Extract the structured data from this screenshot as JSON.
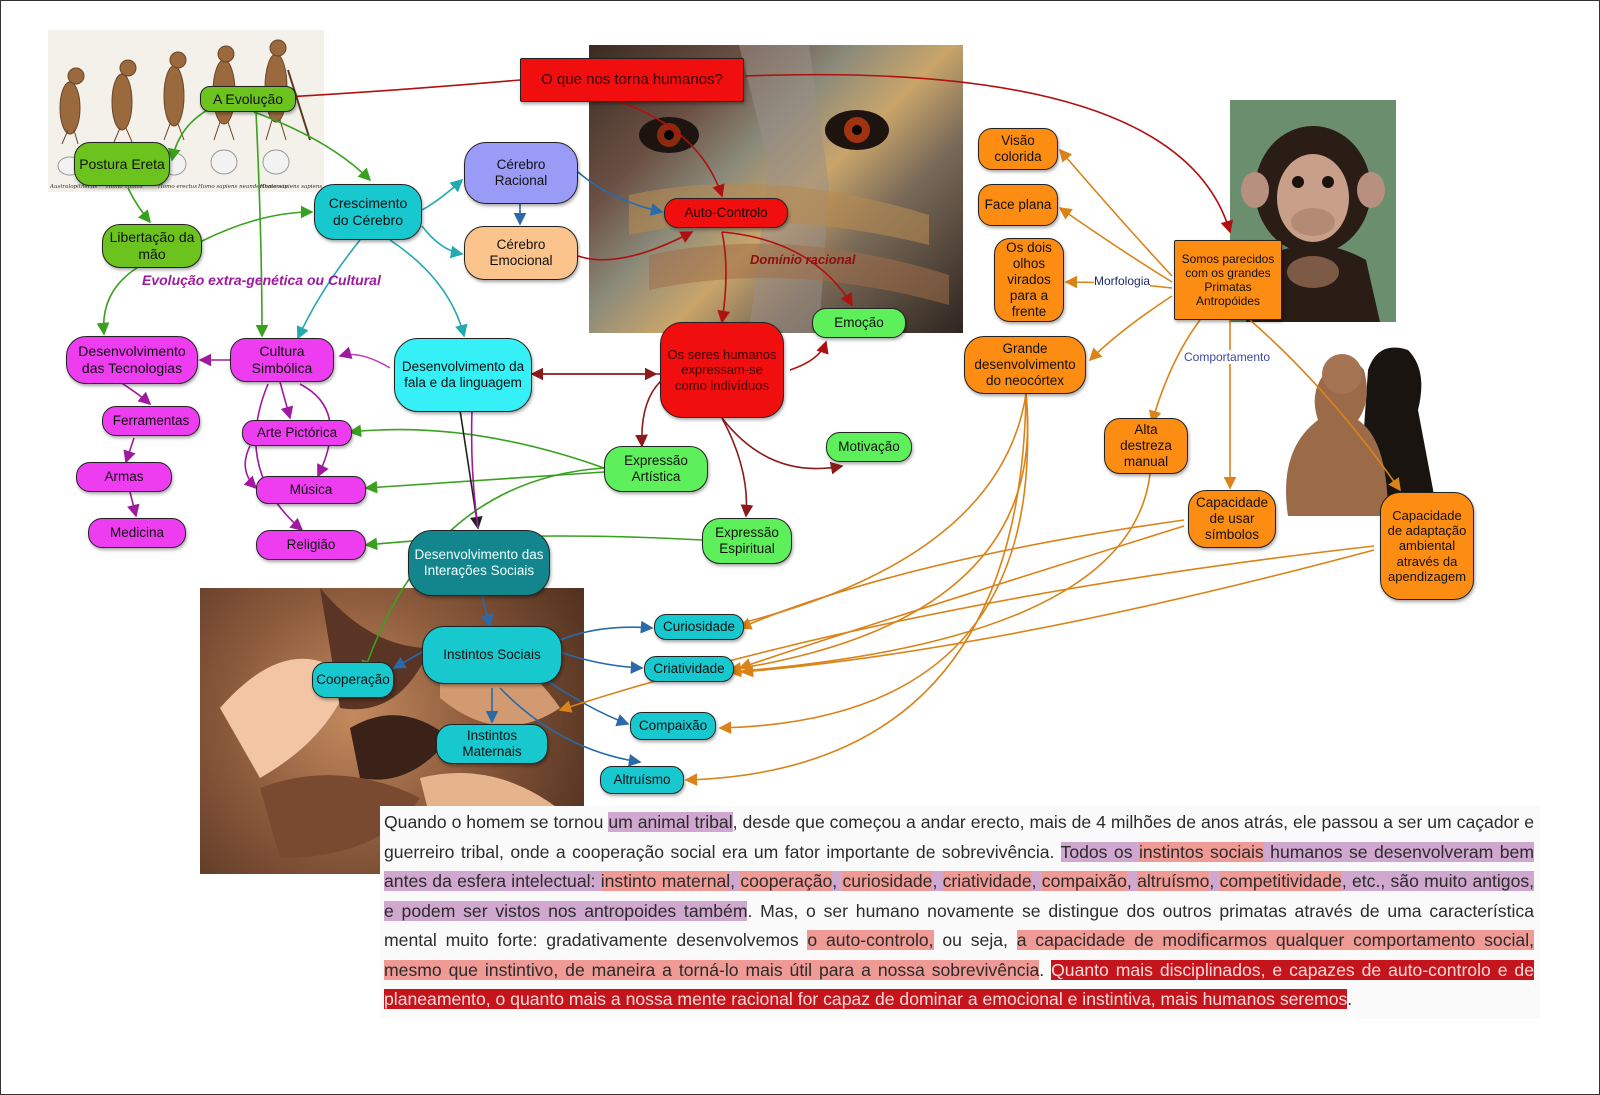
{
  "nodes": {
    "question": "O que nos torna humanos?",
    "evolucao": "A Evolução",
    "postura": "Postura Ereta",
    "libertacao": "Libertação da mão",
    "crescimento": "Crescimento do Cérebro",
    "cerebro_racional": "Cérebro Racional",
    "cerebro_emocional": "Cérebro Emocional",
    "auto_controlo": "Auto-Controlo",
    "emocao": "Emoção",
    "seres": "Os seres humanos expressam-se como indivíduos",
    "motivacao": "Motivação",
    "expressao_artistica": "Expressão Artística",
    "expressao_espiritual": "Expressão Espiritual",
    "desenv_tecnologias": "Desenvolvimento das Tecnologias",
    "cultura": "Cultura Simbólica",
    "fala": "Desenvolvimento da fala e da linguagem",
    "ferramentas": "Ferramentas",
    "armas": "Armas",
    "medicina": "Medicina",
    "arte": "Arte Pictórica",
    "musica": "Música",
    "religiao": "Religião",
    "interacoes": "Desenvolvimento das Interações Sociais",
    "instintos": "Instintos Sociais",
    "cooperacao": "Cooperação",
    "maternais": "Instintos Maternais",
    "curiosidade": "Curiosidade",
    "criatividade": "Criatividade",
    "compaixao": "Compaixão",
    "altruismo": "Altruísmo",
    "visao": "Visão colorida",
    "face": "Face plana",
    "olhos": "Os dois olhos virados para a frente",
    "neocortex": "Grande desenvolvimento do neocórtex",
    "primatas": "Somos parecidos com os grandes Primatas Antropóides",
    "destreza": "Alta destreza manual",
    "simbolos": "Capacidade de usar símbolos",
    "adaptacao": "Capacidade de adaptação ambiental através da apendizagem"
  },
  "labels": {
    "cultural": "Evolução extra-genética ou Cultural",
    "dominio": "Domínio racional",
    "morfologia": "Morfologia",
    "comportamento": "Comportamento"
  },
  "evolution_captions": [
    "Australopithecus",
    "Homo habilis",
    "Homo erectus",
    "Homo sapiens neanderthalensis",
    "Homo sapiens sapiens"
  ],
  "paragraph": {
    "s01": "Quando o homem se tornou ",
    "s02": "um animal tribal",
    "s03": ", desde que começou a andar erecto, mais de 4 milhões de anos atrás, ele passou a ser um caçador e guerreiro tribal, onde a cooperação social era um fator importante de sobrevivência. ",
    "s04": "Todos os ",
    "s05": "instintos sociais",
    "s06": " humanos se desenvolveram bem antes da esfera intelectual: ",
    "s07": "instinto maternal",
    "s08": ", ",
    "s09": "cooperação",
    "s10": ", ",
    "s11": "curiosidade",
    "s12": ", ",
    "s13": "criatividade",
    "s14": ", ",
    "s15": "compaixão",
    "s16": ", ",
    "s17": "altruísmo",
    "s18": ", ",
    "s19": "competitividade",
    "s20": ", etc., são muito antigos, e podem ser vistos nos antropoides  também",
    "s21": ". Mas, o ser humano novamente se distingue dos outros primatas através de uma característica mental muito forte: gradativamente desenvolvemos ",
    "s22": "o auto-controlo,",
    "s23": " ou seja, ",
    "s24": "a capacidade de modificarmos qualquer comportamento social, mesmo que instintivo, de maneira a torná-lo mais útil para a nossa sobrevivência",
    "s25": ". ",
    "s26": "Quanto mais disciplinados, e capazes de auto-controlo e de planeamento, o quanto mais a nossa mente racional for capaz de dominar a emocional e instintiva, mais humanos seremos",
    "s27": "."
  },
  "colors": {
    "green": "#6cc31e",
    "light_green": "#5ef05a",
    "teal": "#17c9cf",
    "dark_teal": "#12868c",
    "cyan": "#35f0f6",
    "magenta": "#ee3df0",
    "red": "#f00e0e",
    "orange": "#fd8c12",
    "periwinkle": "#9a9af7",
    "peach": "#fbc48c"
  }
}
